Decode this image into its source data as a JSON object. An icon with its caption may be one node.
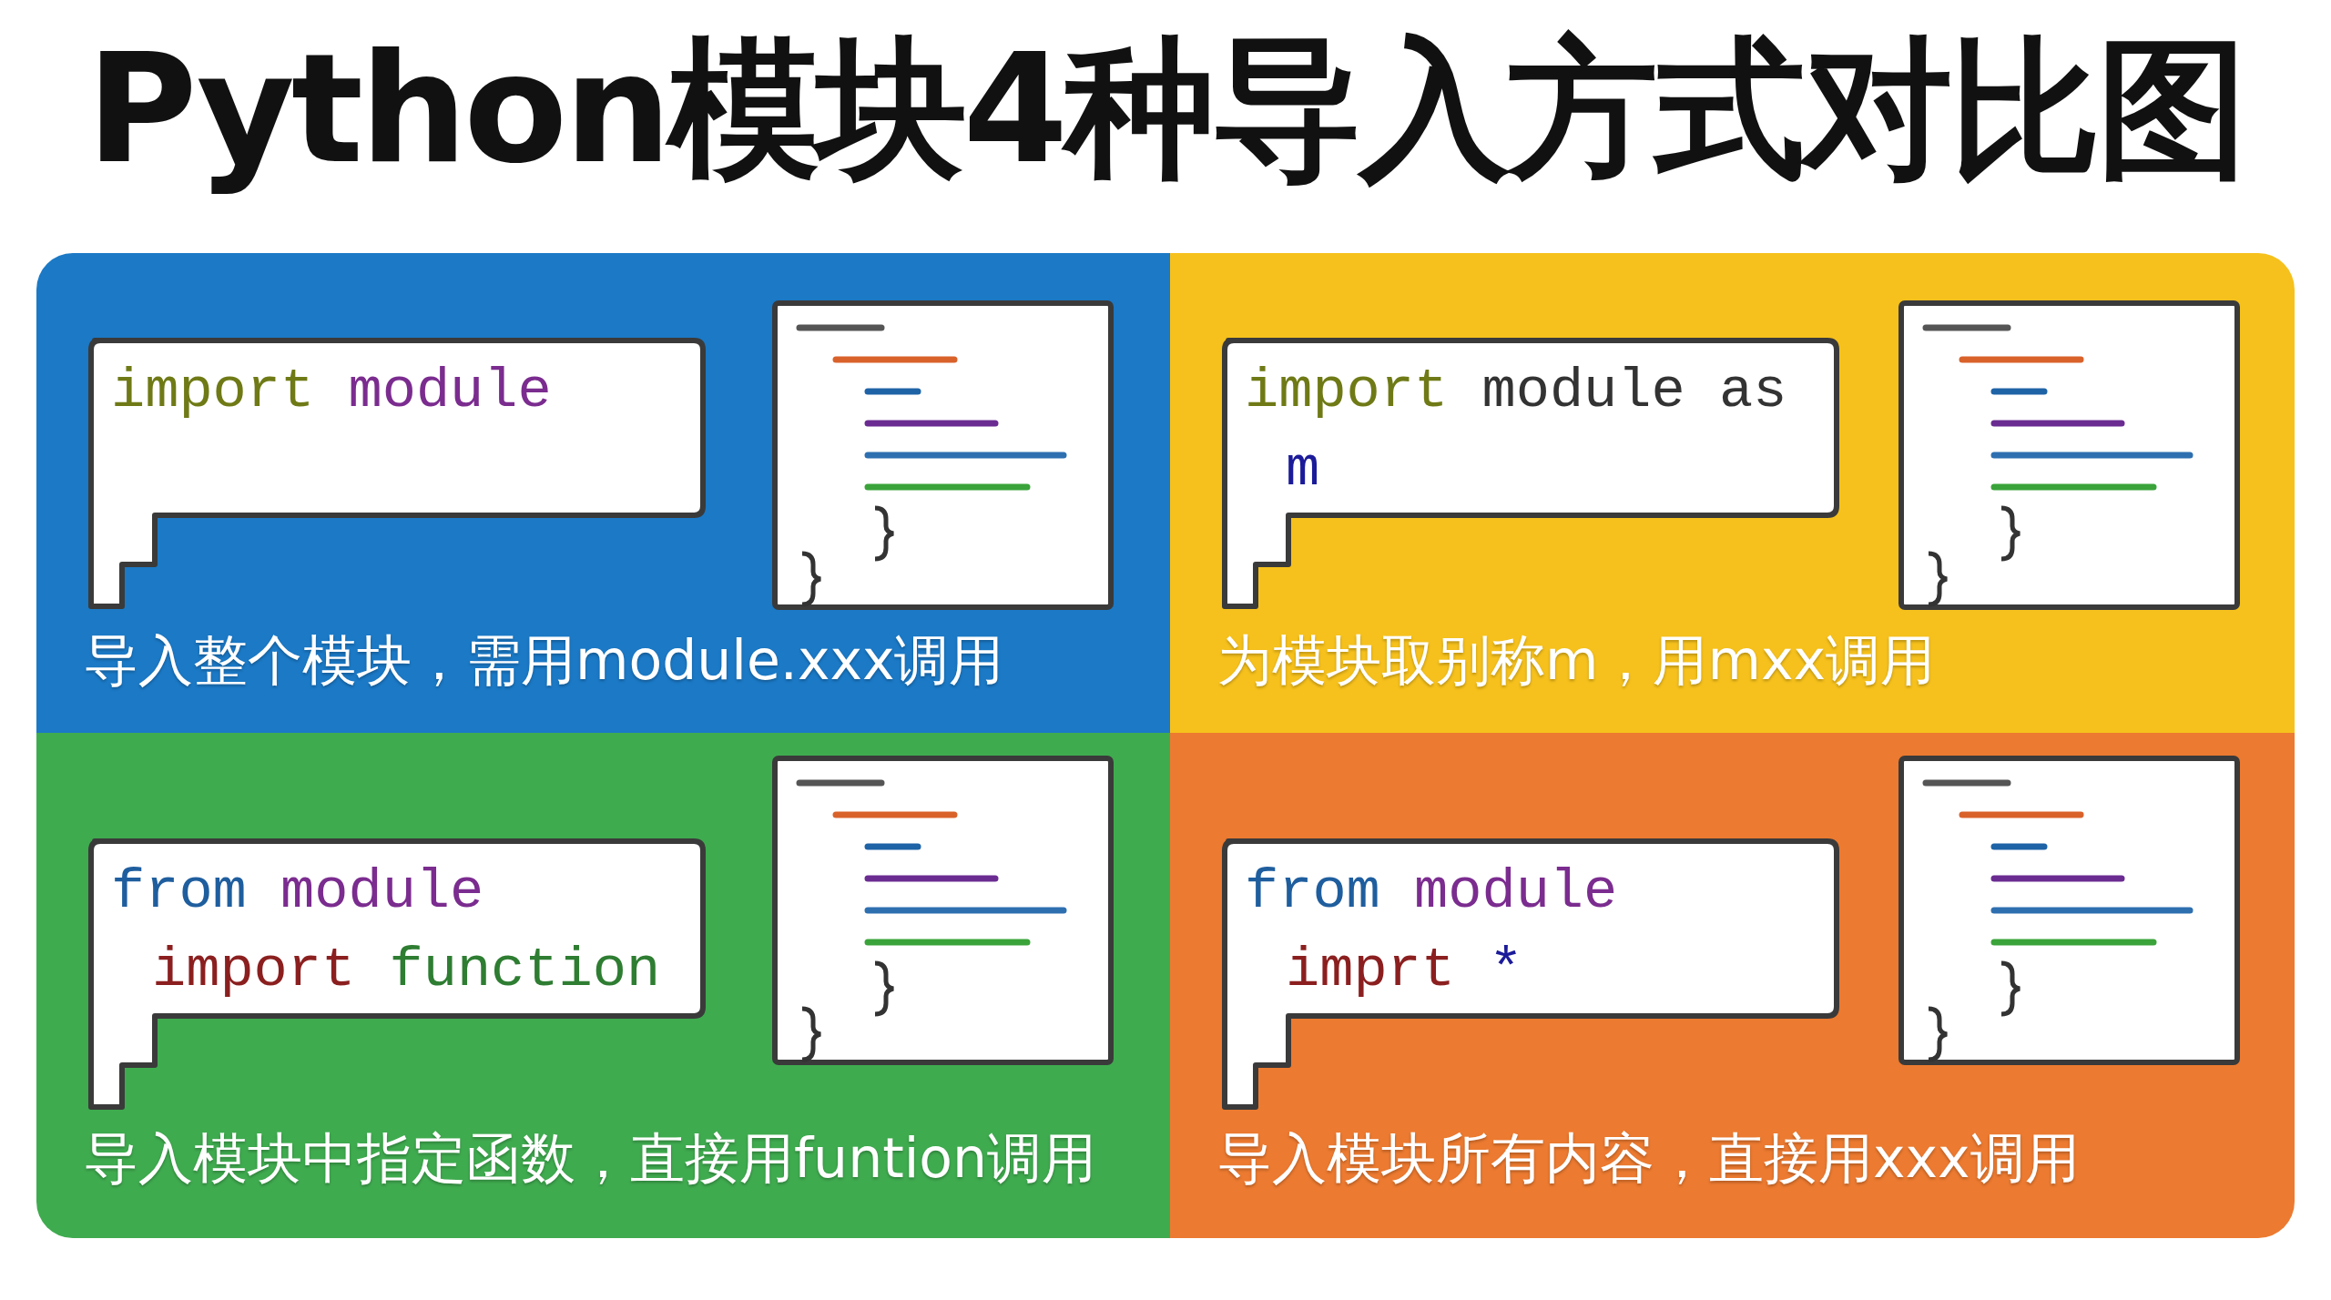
{
  "diagram": {
    "title": "Python模块4种导入方式对比图",
    "nodes": [
      {
        "text": [
          "导入整个模块，需用module.xxx调用"
        ]
      },
      {
        "text": [
          "import module"
        ],
        "in": 0
      },
      {
        "text": [
          "为模块取别称m，用mxx调用"
        ]
      },
      {
        "text": [
          "import module as m"
        ],
        "in": 2
      },
      {
        "text": [
          "导入模块中指定函数，直接用funtion调用"
        ]
      },
      {
        "text": [
          "from module import function"
        ],
        "in": 4
      },
      {
        "text": [
          "导入模块所有内容，直接用xxx调用"
        ]
      },
      {
        "text": [
          "from module imprt *"
        ],
        "in": 6
      }
    ]
  }
}
